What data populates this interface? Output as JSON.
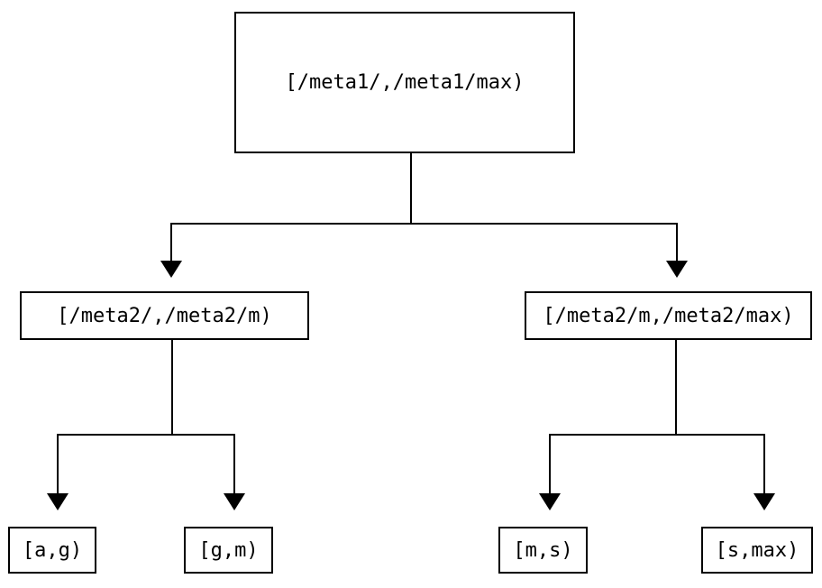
{
  "diagram": {
    "type": "tree",
    "description": "Binary partition tree of key ranges",
    "colors": {
      "background": "#ffffff",
      "line": "#000000",
      "box_border": "#000000",
      "text": "#000000"
    },
    "root": {
      "label": "[/meta1/,/meta1/max)"
    },
    "level2": [
      {
        "label": "[/meta2/,/meta2/m)"
      },
      {
        "label": "[/meta2/m,/meta2/max)"
      }
    ],
    "leaves": [
      {
        "label": "[a,g)"
      },
      {
        "label": "[g,m)"
      },
      {
        "label": "[m,s)"
      },
      {
        "label": "[s,max)"
      }
    ]
  }
}
